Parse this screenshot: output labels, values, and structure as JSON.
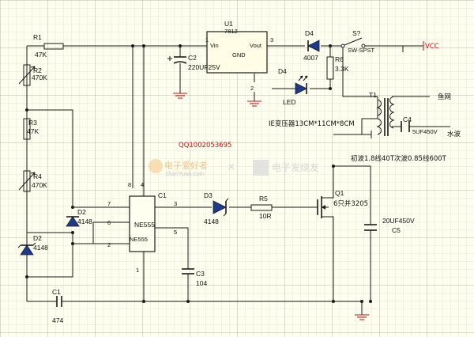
{
  "labels": {
    "r1_ref": "R1",
    "r1_val": "47K",
    "r2_ref": "R2",
    "r2_val": "470K",
    "r3_ref": "R3",
    "r3_val": "47K",
    "r4_ref": "R4",
    "r4_val": "470K",
    "d2a_ref": "D2",
    "d2a_val": "4148",
    "d2b_ref": "D2",
    "d2b_val": "4148",
    "c1_ref": "C1",
    "c1_val": "474",
    "u1_ref": "U1",
    "u1_part": "7812",
    "u1_vin": "Vin",
    "u1_gnd": "GND",
    "u1_vout": "Vout",
    "u1_pin1": "1",
    "u1_pin2": "2",
    "u1_pin3": "3",
    "c2_ref": "C2",
    "c2_val": "220UF25V",
    "d4a_ref": "D4",
    "d4a_val": "4007",
    "d4b_ref": "D4",
    "d4b_val": "LED",
    "s_ref": "S?",
    "s_val": "SW-SPST",
    "r6_ref": "R6",
    "r6_val": "3.3K",
    "vcc": "VCC",
    "t1_ref": "T1",
    "out_top": "鱼网",
    "out_bottom": "水波",
    "c4_ref": "C4",
    "c4_val": "5UF450V",
    "transformer_note": "IE变压器13CM*11CM*8CM",
    "winding_note": "初波1.8线40T次波0.85线600T",
    "qq": "QQ1002053695",
    "ic_ref": "C1",
    "ic_name_a": "NE555",
    "ic_name_b": "NE555",
    "pin_8": "8",
    "pin_4": "4",
    "pin_7": "7",
    "pin_6": "6",
    "pin_2": "2",
    "pin_3": "3",
    "pin_5": "5",
    "pin_1": "1",
    "d3_ref": "D3",
    "d3_val": "4148",
    "r5_ref": "R5",
    "r5_val": "10R",
    "q1_ref": "Q1",
    "q1_val": "6只并3205",
    "c3_ref": "C3",
    "c3_val": "104",
    "c5_ref": "C5",
    "c5_val": "20UF450V",
    "wm_left": "电子爱好者",
    "wm_left_url": "DianYuan.com",
    "wm_right": "电子发烧友"
  }
}
